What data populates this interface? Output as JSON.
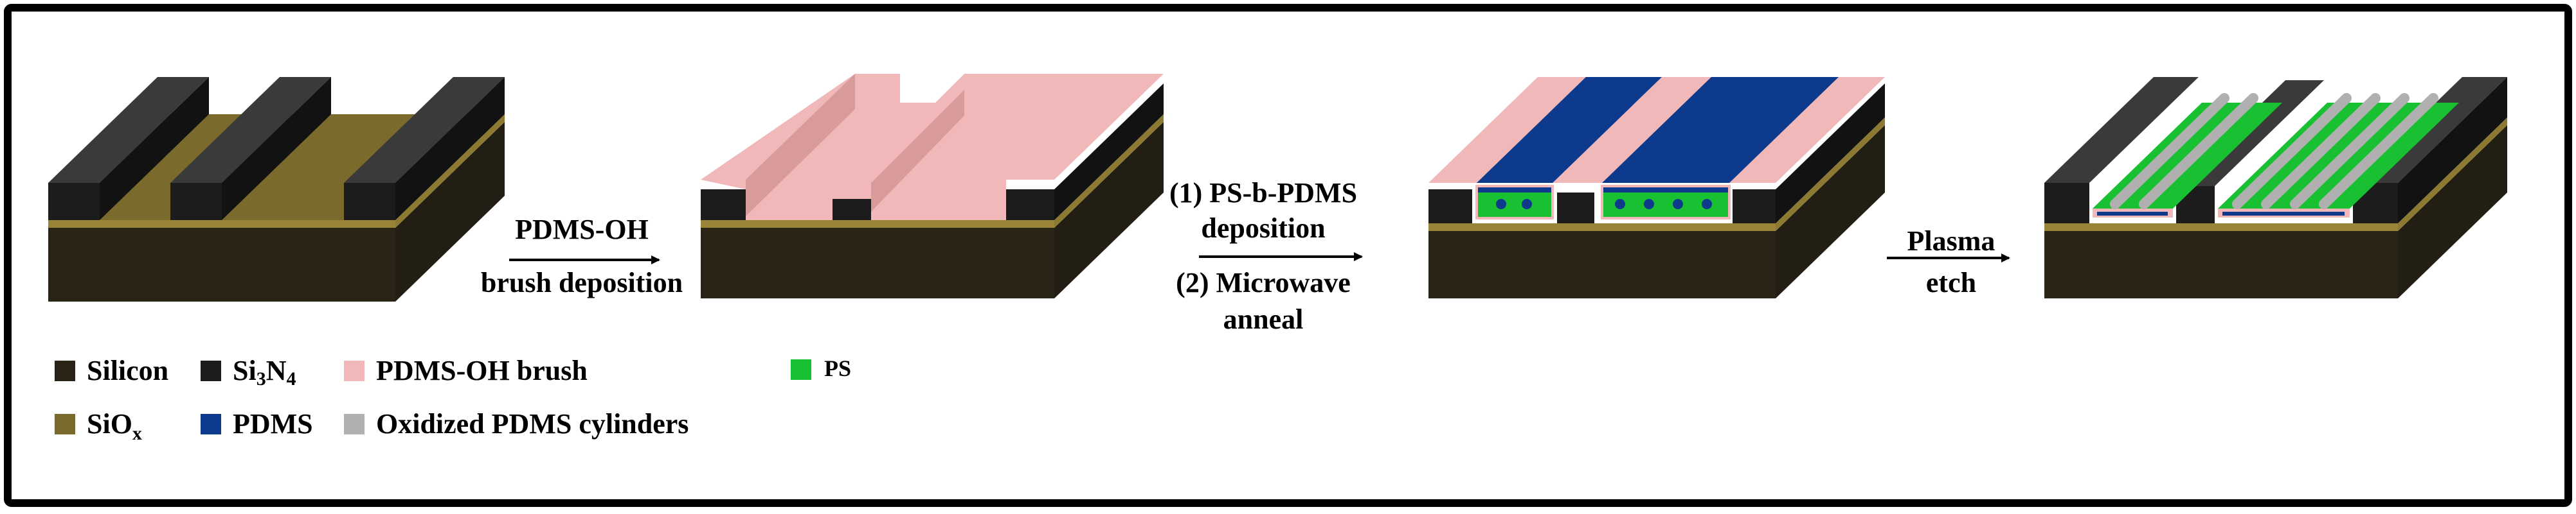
{
  "colors": {
    "silicon": "#2a2417",
    "silicon_top": "#3b3322",
    "sin": "#1c1c1c",
    "sin_top": "#3a3a3a",
    "siox": "#7a6a2c",
    "siox_top": "#8c7a33",
    "brush": "#f0b8b8",
    "brush_dark": "#d99a9a",
    "pdms": "#0d3a8c",
    "ps": "#18c032",
    "cyl": "#b0b0b0",
    "frame": "#000000"
  },
  "arrows": {
    "step1_line1": "PDMS-OH",
    "step1_line2": "brush deposition",
    "step2_line1": "(1) PS-b-PDMS",
    "step2_line2": "deposition",
    "step2_line3": "(2) Microwave",
    "step2_line4": "anneal",
    "step3_line1": "Plasma",
    "step3_line2": "etch"
  },
  "legend": {
    "silicon": "Silicon",
    "sin_main": "Si",
    "sin_sub1": "3",
    "sin_mid": "N",
    "sin_sub2": "4",
    "brush": "PDMS-OH brush",
    "ps": "PS",
    "siox_main": "SiO",
    "siox_sub": "x",
    "pdms": "PDMS",
    "cyl": "Oxidized PDMS cylinders"
  }
}
